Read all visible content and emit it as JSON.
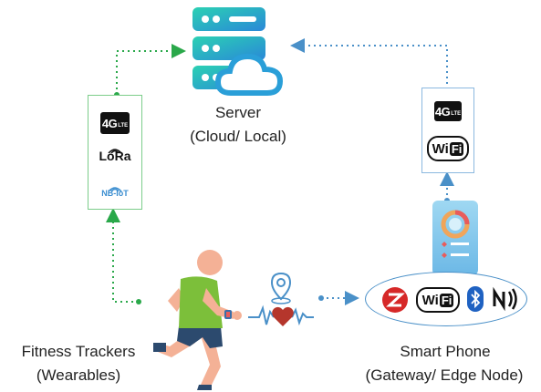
{
  "server": {
    "title": "Server",
    "subtitle": "(Cloud/ Local)"
  },
  "fitness": {
    "title": "Fitness Trackers",
    "subtitle": "(Wearables)"
  },
  "phone": {
    "title": "Smart Phone",
    "subtitle": "(Gateway/ Edge Node)"
  },
  "left_box": {
    "lte_label": "4G",
    "lte_small": "LTE",
    "lora_label": "LoRa",
    "nbiot_label": "NB-IoT"
  },
  "right_box": {
    "lte_label": "4G",
    "lte_small": "LTE",
    "wifi_label": "Wi",
    "wifi_fi": "Fi"
  },
  "phone_protocols": {
    "zigbee_icon": "zigbee-icon",
    "wifi_label": "Wi",
    "wifi_fi": "Fi",
    "bluetooth_icon": "bluetooth-icon",
    "nfc_icon": "nfc-icon"
  },
  "colors": {
    "green_arrow": "#2aa84a",
    "blue_arrow": "#4a90c8",
    "server_teal": "#2bc4b8",
    "server_blue": "#2a88d8",
    "shirt": "#7cbf3a",
    "skin": "#f4b196",
    "heart": "#b5362c",
    "zigbee_red": "#d62828",
    "bluetooth_blue": "#1f62c2"
  }
}
